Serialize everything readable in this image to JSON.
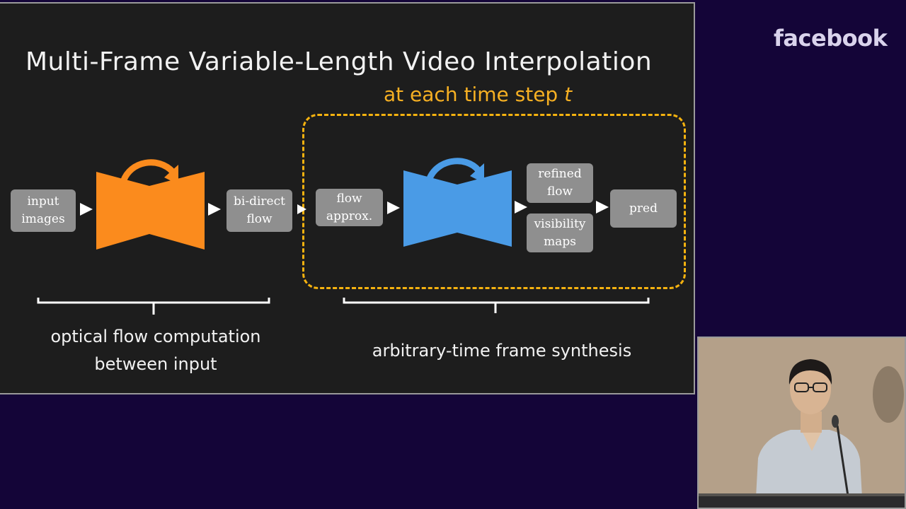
{
  "slide": {
    "title": "Multi-Frame Variable-Length Video Interpolation",
    "timestep_label": "at each time step",
    "timestep_var": "t",
    "boxes": {
      "input": [
        "input",
        "images"
      ],
      "bidirect": [
        "bi-direct",
        "flow"
      ],
      "flow_approx": [
        "flow",
        "approx."
      ],
      "refined": [
        "refined",
        "flow"
      ],
      "visibility": [
        "visibility",
        "maps"
      ],
      "pred": [
        "pred"
      ]
    },
    "captions": {
      "left": [
        "optical flow computation",
        "between input"
      ],
      "right": "arbitrary-time frame synthesis"
    },
    "colors": {
      "orange_net": "#fb8b1d",
      "blue_net": "#4a9be6",
      "dashed_box": "#f5b20f",
      "timestep_text": "#f6b023",
      "box_fill": "#8f8f8f"
    }
  },
  "overlay": {
    "brand": "facebook"
  }
}
